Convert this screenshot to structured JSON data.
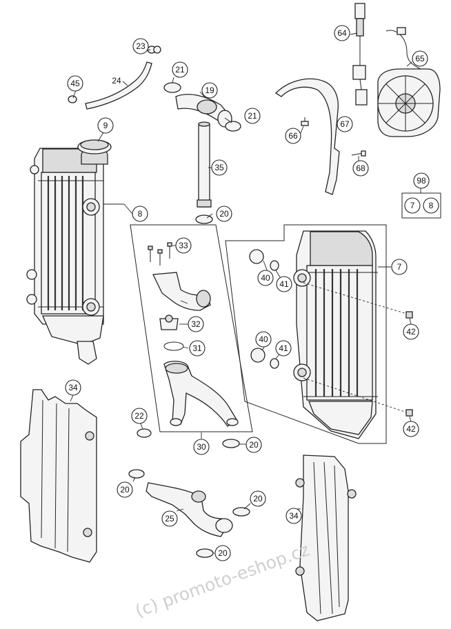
{
  "callouts": {
    "c23": "23",
    "c24": "24",
    "c45": "45",
    "c9": "9",
    "c8": "8",
    "c21a": "21",
    "c19": "19",
    "c21b": "21",
    "c35": "35",
    "c20a": "20",
    "c64": "64",
    "c65": "65",
    "c66": "66",
    "c67": "67",
    "c68": "68",
    "c98": "98",
    "c7s": "7",
    "c8s": "8",
    "c33": "33",
    "c32": "32",
    "c31": "31",
    "c22": "22",
    "c30": "30",
    "c20b": "20",
    "c7": "7",
    "c40a": "40",
    "c41a": "41",
    "c42a": "42",
    "c40b": "40",
    "c41b": "41",
    "c42b": "42",
    "c34a": "34",
    "c34b": "34",
    "c20c": "20",
    "c25": "25",
    "c20d": "20",
    "c20e": "20"
  },
  "watermark": "(c) promoto-eshop.cz"
}
